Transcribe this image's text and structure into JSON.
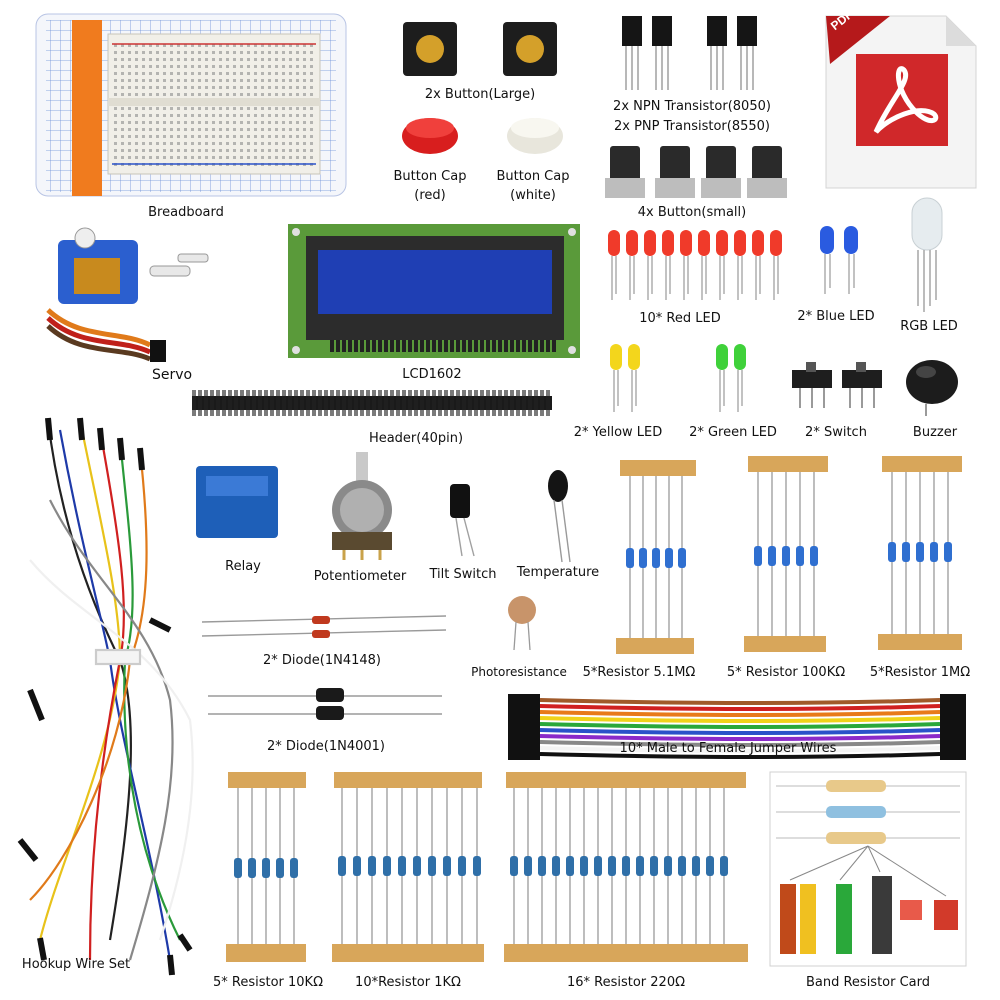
{
  "labels": {
    "breadboard": "Breadboard",
    "button_large": "2x Button(Large)",
    "transistors_npn": "2x NPN Transistor(8050)",
    "transistors_pnp": "2x PNP Transistor(8550)",
    "button_cap_red_1": "Button Cap",
    "button_cap_red_2": "(red)",
    "button_cap_white_1": "Button Cap",
    "button_cap_white_2": "(white)",
    "button_small": "4x Button(small)",
    "servo": "Servo",
    "lcd": "LCD1602",
    "red_led": "10* Red LED",
    "blue_led": "2* Blue LED",
    "rgb_led": "RGB LED",
    "header": "Header(40pin)",
    "yellow_led": "2* Yellow LED",
    "green_led": "2* Green LED",
    "switch": "2* Switch",
    "buzzer": "Buzzer",
    "relay": "Relay",
    "potentiometer": "Potentiometer",
    "tilt_switch": "Tilt Switch",
    "temperature": "Temperature",
    "diode_1n4148": "2* Diode(1N4148)",
    "photoresistance": "Photoresistance",
    "resistor_5_1m": "5*Resistor 5.1MΩ",
    "resistor_100k": "5* Resistor 100KΩ",
    "resistor_1m": "5*Resistor 1MΩ",
    "diode_1n4001": "2* Diode(1N4001)",
    "jumper_wires": "10* Male to Female Jumper Wires",
    "hookup_wire": "Hookup Wire Set",
    "resistor_10k": "5* Resistor 10KΩ",
    "resistor_1k": "10*Resistor 1KΩ",
    "resistor_220": "16* Resistor 220Ω",
    "band_card": "Band Resistor Card"
  },
  "pdf_badge": "PDF",
  "colors": {
    "pdf_red": "#d0282a",
    "pcb_green": "#5a9a3a",
    "lcd_blue": "#1f3fb4",
    "breadboard_orange": "#f07b1e",
    "relay_blue": "#1e5fb8"
  }
}
